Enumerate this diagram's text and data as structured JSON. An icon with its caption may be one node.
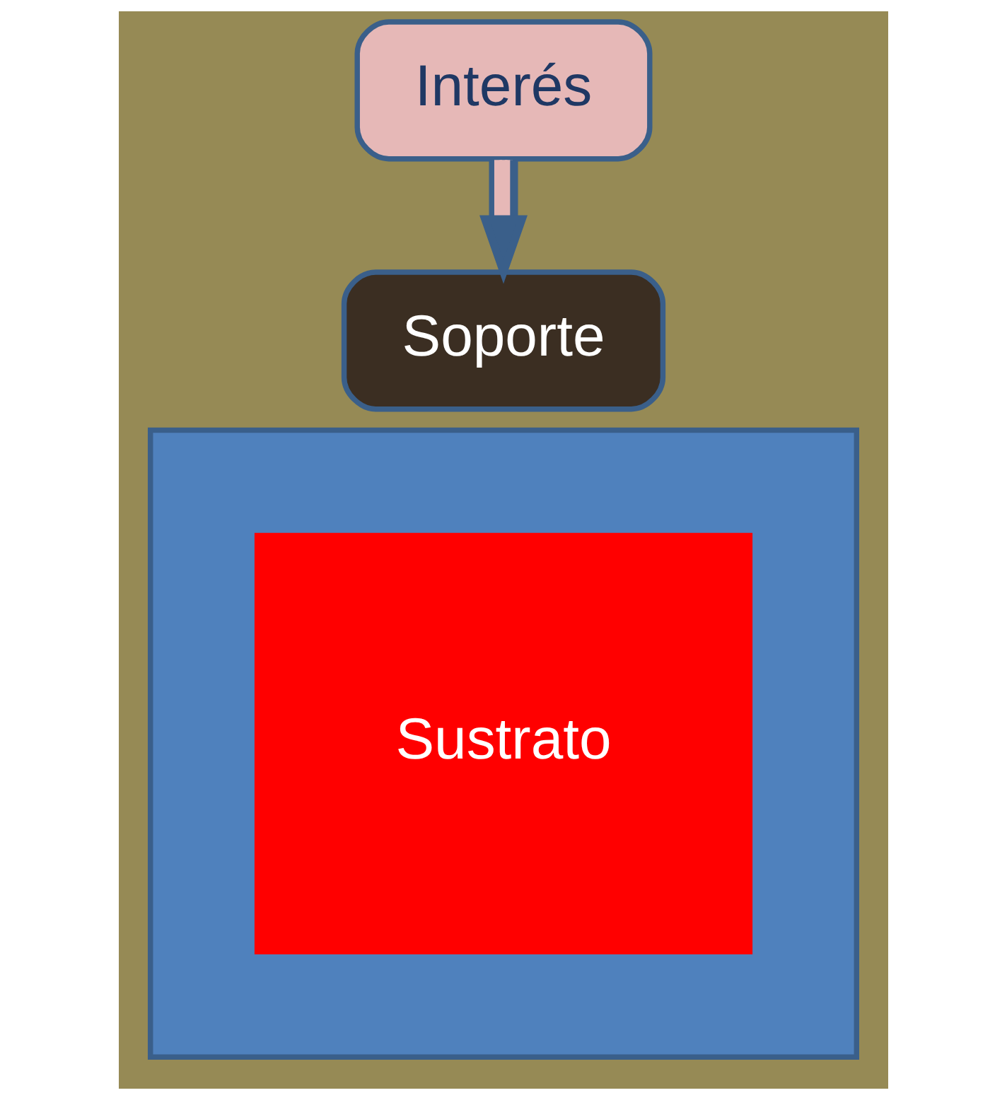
{
  "diagram": {
    "nodes": [
      {
        "text": [
          "Interés"
        ]
      },
      {
        "text": [
          "Soporte"
        ]
      },
      {
        "text": [],
        "shape": "box"
      },
      {
        "text": [
          "Sustrato"
        ],
        "in": 2
      }
    ],
    "edges": [
      {
        "from": 0,
        "to": 1,
        "arrow": "to"
      }
    ]
  }
}
